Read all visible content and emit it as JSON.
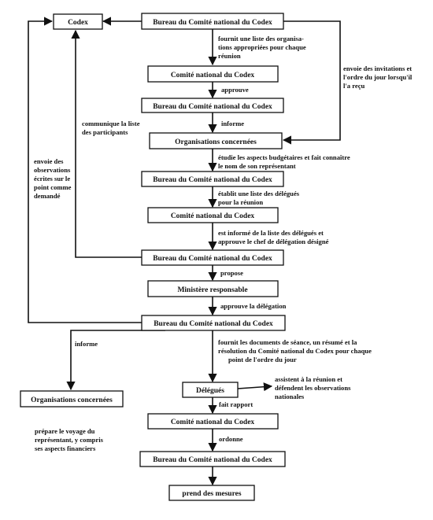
{
  "nodes": {
    "codex": "Codex",
    "bureau_1": "Bureau du Comité national du Codex",
    "comite_1": "Comité national du Codex",
    "bureau_2": "Bureau du Comité national du Codex",
    "orgs_1": "Organisations concernées",
    "bureau_3": "Bureau du Comité national du Codex",
    "comite_2": "Comité national du Codex",
    "bureau_4": "Bureau du Comité national du  Codex",
    "ministere": "Ministère responsable",
    "bureau_5": "Bureau du Comité national du Codex",
    "orgs_2": "Organisations concernées",
    "delegues": "Délégués",
    "comite_3": "Comité national du Codex",
    "bureau_6": "Bureau du Comité national du Codex",
    "mesures": "prend des mesures"
  },
  "annotations": {
    "fournit_liste": [
      "fournit une liste des organisa-",
      "tions appropriées pour chaque",
      "réunion"
    ],
    "envoie_invitations": [
      "envoie des invitations et",
      "l'ordre du jour lorsqu'il",
      "l'a reçu"
    ],
    "approuve": "approuve",
    "communique": [
      "communique la liste",
      "des participants"
    ],
    "informe_1": "informe",
    "envoie_observations": [
      "envoie des",
      "observations",
      "écrites sur le",
      "point comme",
      "demandé"
    ],
    "etudie": [
      "étudie les aspects budgétaires et fait connaître",
      "le nom de son représentant"
    ],
    "etablit": [
      "établit une liste des délégués",
      "pour la réunion"
    ],
    "est_informe": [
      "est informé de la liste des délégués et",
      "approuve le chef de délégation désigné"
    ],
    "propose": "propose",
    "approuve_delegation": "approuve la délégation",
    "informe_2": "informe",
    "fournit_documents": [
      "fournit les documents de séance, un résumé et la",
      "résolution du Comité national du Codex pour chaque",
      "point de l'ordre du jour"
    ],
    "assistent": [
      "assistent à la réunion et",
      "défendent les observations",
      "nationales"
    ],
    "fait_rapport": "fait rapport",
    "ordonne": "ordonne",
    "prepare": [
      "prépare le voyage du",
      "représentant, y compris",
      "ses aspects financiers"
    ]
  }
}
